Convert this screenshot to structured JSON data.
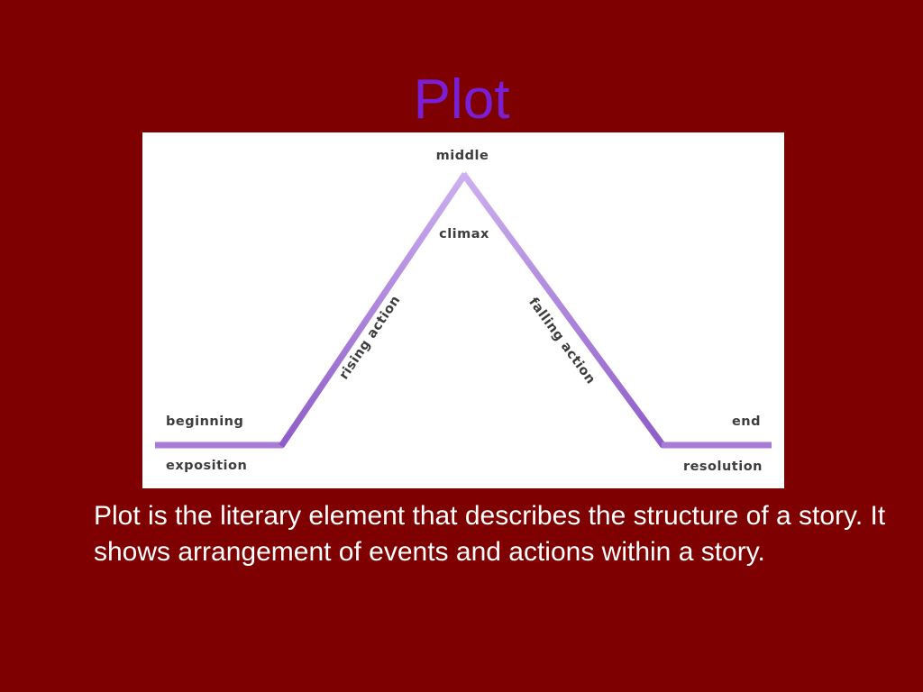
{
  "slide": {
    "title": "Plot",
    "body": "Plot is the literary element that describes the structure of a story. It shows arrangement of events and actions within a story."
  },
  "diagram": {
    "labels": {
      "middle": "middle",
      "climax": "climax",
      "beginning": "beginning",
      "exposition": "exposition",
      "rising_action": "rising action",
      "falling_action": "falling action",
      "end": "end",
      "resolution": "resolution"
    }
  },
  "colors": {
    "background": "#7f0000",
    "title": "#7a1fd6",
    "line": "#a77cd6",
    "line_highlight": "#d9c2f2",
    "panel": "#ffffff",
    "label": "#3d3d3d",
    "body_text": "#ffffff"
  }
}
